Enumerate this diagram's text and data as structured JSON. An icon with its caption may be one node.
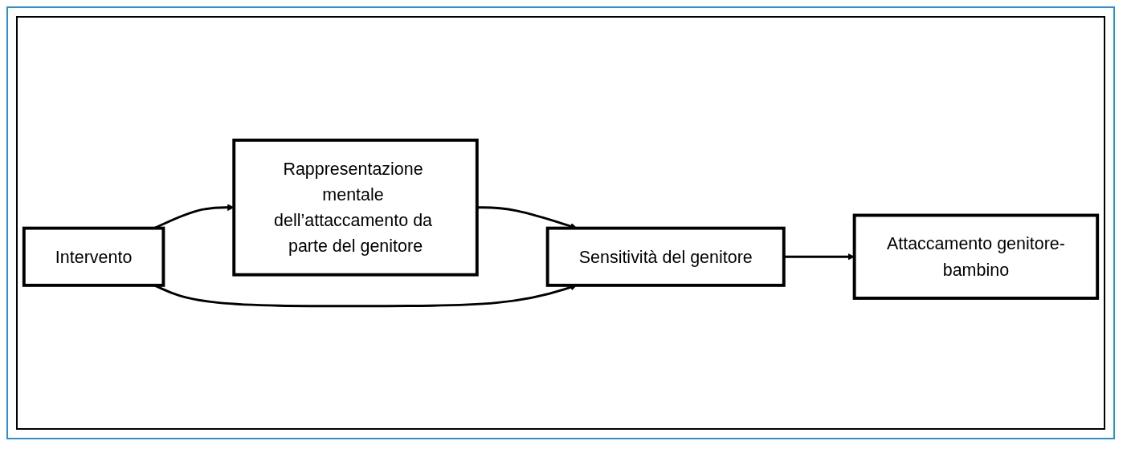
{
  "diagram": {
    "nodes": [
      {
        "text": [
          "Rappresentazione mentale dell’attaccamento da parte del genitore"
        ]
      },
      {
        "text": [
          "Sensitività del genitore"
        ]
      },
      {
        "text": [
          "Attaccamento genitore-bambino"
        ]
      },
      {
        "text": [
          "Intervento"
        ]
      }
    ],
    "edges": [
      {
        "from": 0,
        "to": 1,
        "arrow": "to"
      },
      {
        "from": 1,
        "to": 2,
        "arrow": "to"
      },
      {
        "from": 3,
        "to": 0,
        "arrow": "to"
      },
      {
        "from": 3,
        "to": 1,
        "arrow": "to"
      }
    ]
  }
}
